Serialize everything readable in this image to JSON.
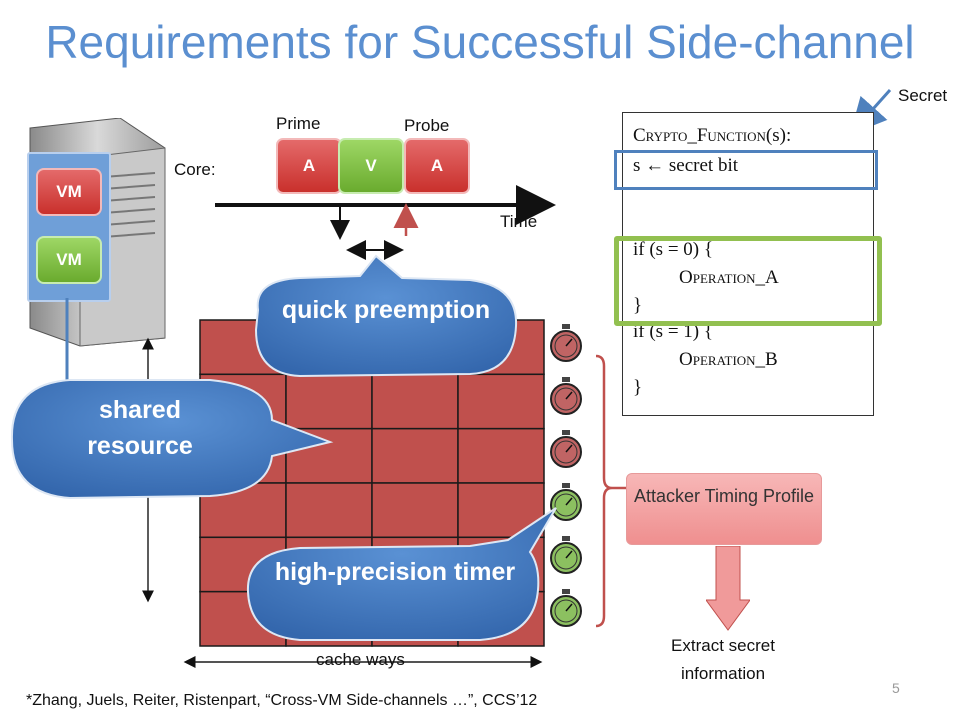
{
  "title": "Requirements for Successful Side-channel",
  "vms": [
    "VM",
    "VM"
  ],
  "timeline": {
    "core_label": "Core:",
    "prime_label": "Prime",
    "probe_label": "Probe",
    "time_label": "Time",
    "slots": [
      "A",
      "V",
      "A"
    ]
  },
  "bubbles": {
    "quick": "quick preemption",
    "shared": "shared resource",
    "timer": "high-precision timer"
  },
  "cache": {
    "ways_label": "cache ways",
    "rows": 6,
    "cols": 4,
    "color": "#c0504d",
    "timer_colors": [
      "red",
      "red",
      "red",
      "green",
      "green",
      "green"
    ]
  },
  "code": {
    "func_name": "Crypto_Function",
    "func_args": "(s):",
    "lines": [
      "s ← secret bit",
      "if (s = 0) {",
      "Operation_A",
      "}",
      "if (s = 1) {",
      "Operation_B",
      "}"
    ]
  },
  "secret_label": "Secret",
  "profile_label": "Attacker Timing Profile",
  "extract_label": "Extract secret information",
  "page_number": "5",
  "citation": "*Zhang, Juels, Reiter, Ristenpart, “Cross-VM Side-channels …”, CCS’12",
  "colors": {
    "title_blue": "#5b8fd0",
    "bubble_blue": "#3f78c1",
    "cache_red": "#c0504d",
    "green_box": "#92c050",
    "blue_box": "#4f81bd"
  }
}
